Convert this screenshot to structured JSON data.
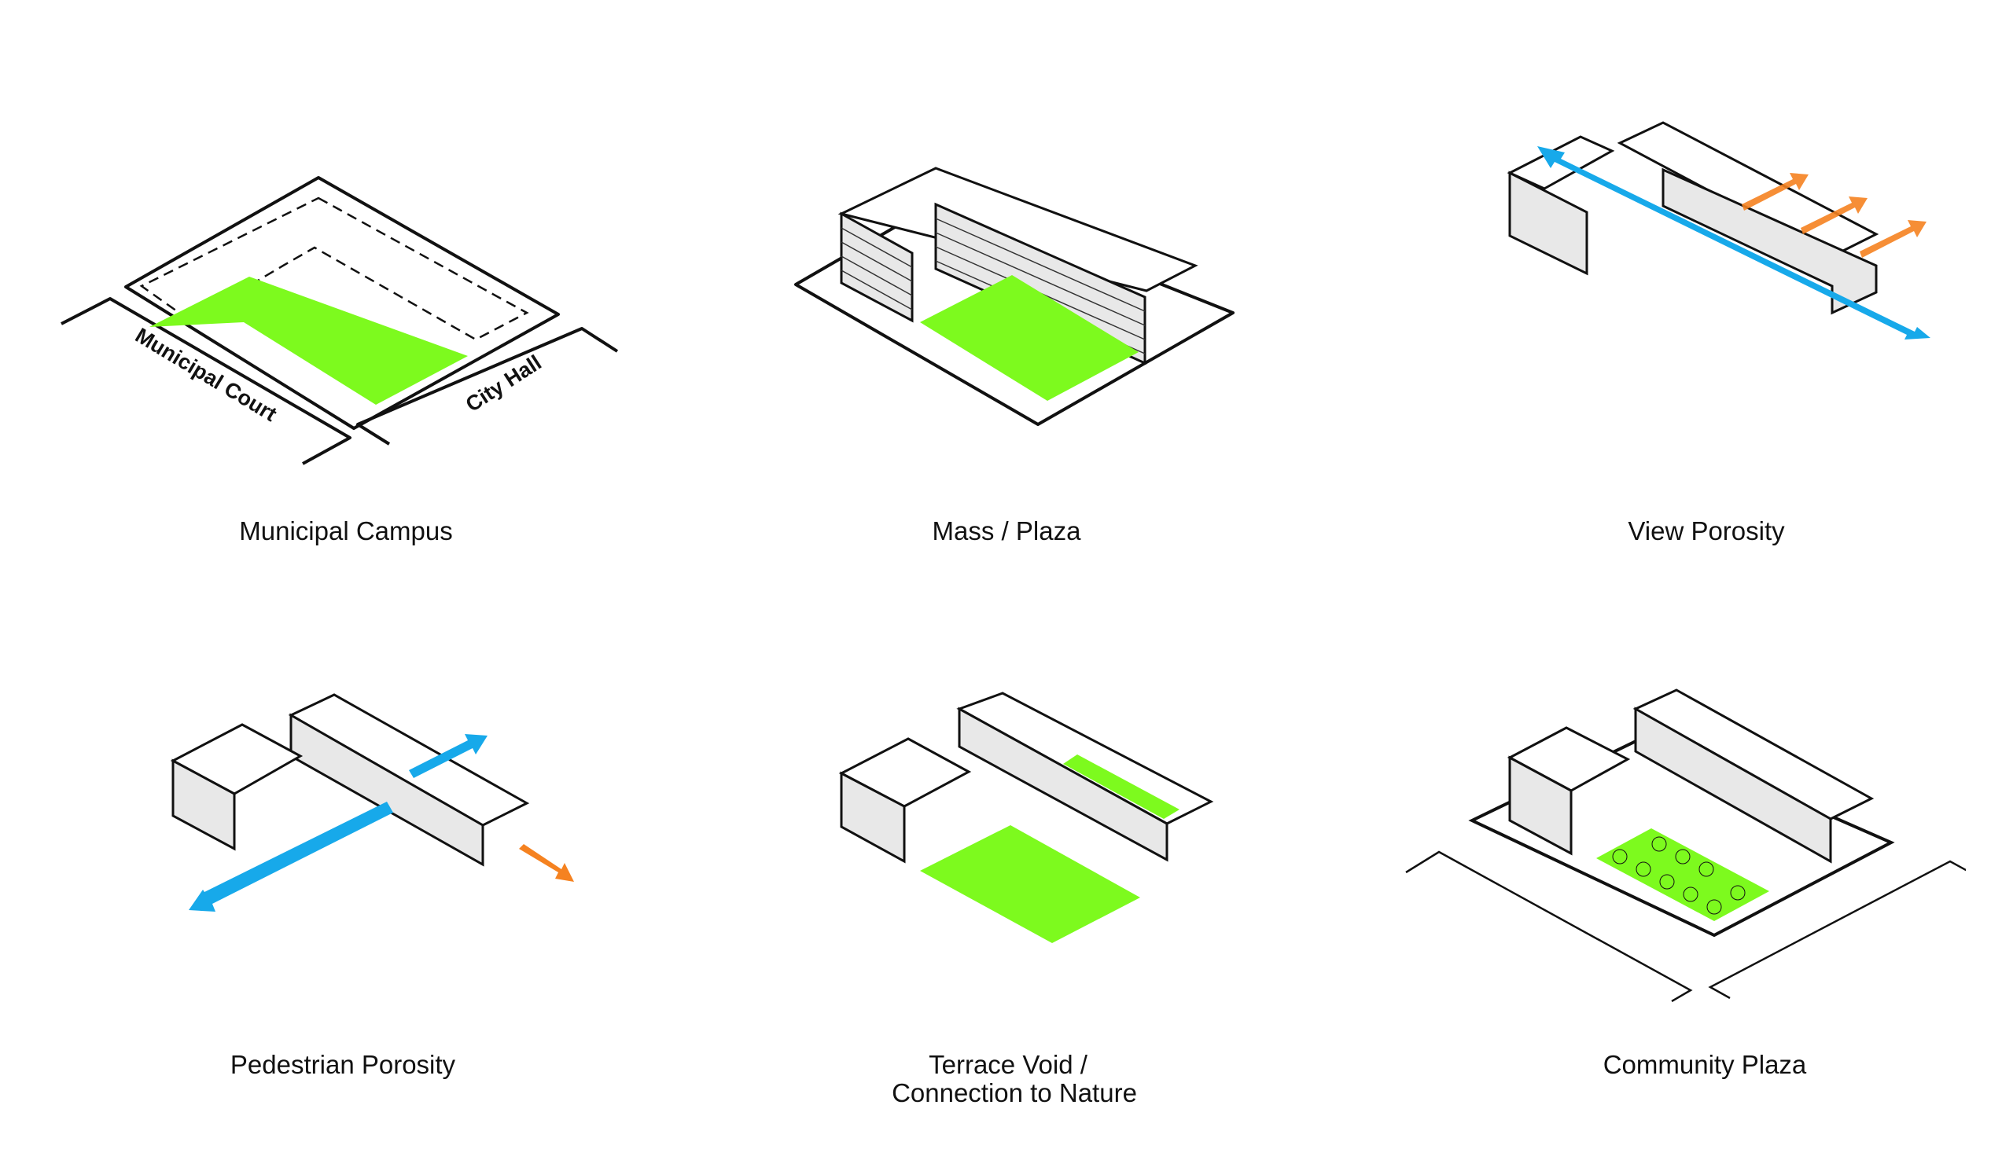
{
  "colors": {
    "green": "#7dfa1e",
    "blue": "#17a9ea",
    "orange": "#f58220",
    "line": "#111111",
    "facade": "#e8e8e8"
  },
  "panels": [
    {
      "caption": "Municipal Campus",
      "labels": {
        "left_street": "Municipal Court",
        "right_street": "City Hall"
      }
    },
    {
      "caption": "Mass / Plaza"
    },
    {
      "caption": "View Porosity"
    },
    {
      "caption": "Pedestrian Porosity"
    },
    {
      "caption_line1": "Terrace Void /",
      "caption_line2": "Connection to Nature"
    },
    {
      "caption": "Community Plaza"
    }
  ]
}
